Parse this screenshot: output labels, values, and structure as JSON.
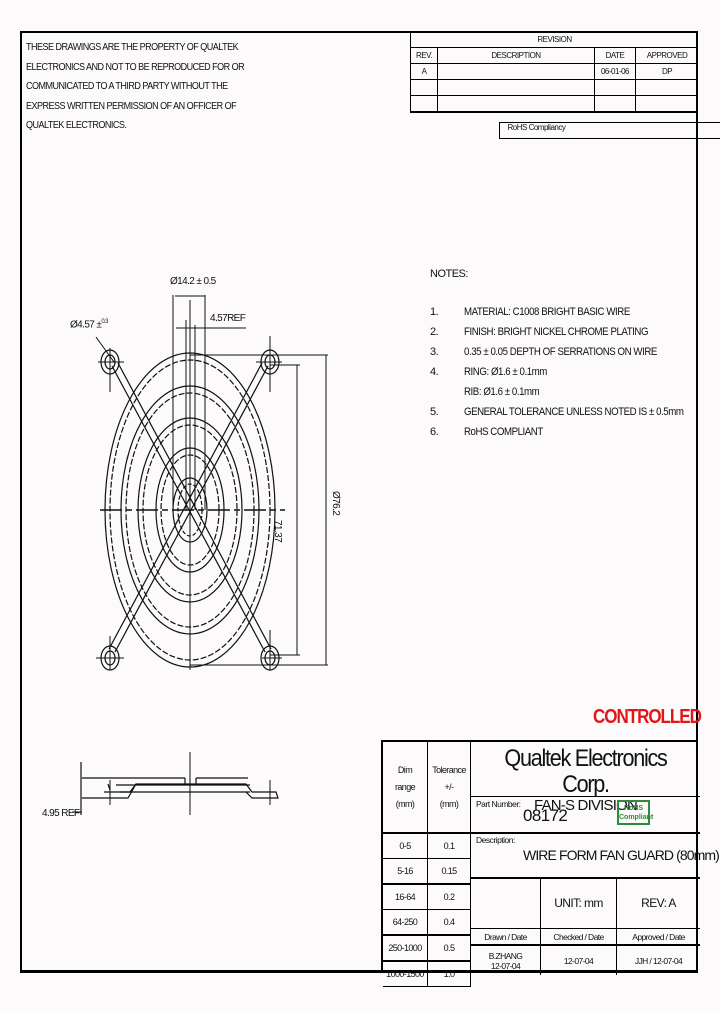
{
  "proprietary_notice": [
    "THESE DRAWINGS ARE THE PROPERTY OF QUALTEK",
    "ELECTRONICS AND NOT TO BE REPRODUCED FOR OR",
    "COMMUNICATED TO A THIRD PARTY WITHOUT THE",
    "EXPRESS WRITTEN PERMISSION OF AN OFFICER OF",
    "QUALTEK ELECTRONICS."
  ],
  "revision_table": {
    "title": "REVISION",
    "headers": [
      "REV.",
      "DESCRIPTION",
      "DATE",
      "APPROVED"
    ],
    "rows": [
      [
        "A",
        "RoHS Compliancy",
        "06-01-06",
        "DP"
      ],
      [
        "",
        "",
        "",
        ""
      ],
      [
        "",
        "",
        "",
        ""
      ]
    ]
  },
  "notes": {
    "title": "NOTES:",
    "items": [
      {
        "num": "1.",
        "text": "MATERIAL: C1008 BRIGHT BASIC WIRE"
      },
      {
        "num": "2.",
        "text": "FINISH: BRIGHT NICKEL CHROME PLATING"
      },
      {
        "num": "3.",
        "text": "0.35 ± 0.05 DEPTH OF SERRATIONS ON WIRE"
      },
      {
        "num": "4.",
        "text": "RING:     Ø1.6 ± 0.1mm"
      },
      {
        "num": "",
        "text": "RIB:       Ø1.6 ± 0.1mm"
      },
      {
        "num": "5.",
        "text": "GENERAL TOLERANCE UNLESS NOTED IS ± 0.5mm"
      },
      {
        "num": "6.",
        "text": "RoHS COMPLIANT"
      }
    ]
  },
  "drawing_dimensions": {
    "hub_diameter": "Ø14.2 ± 0.5",
    "rib_ref": "4.57REF",
    "hole_diameter": "Ø4.57 ±",
    "hole_tolerance": "0.3",
    "hole_spacing": "71.37",
    "outer_diameter": "Ø76.2",
    "height_ref": "4.95 REF"
  },
  "stamp": {
    "text": "CONTROLLED",
    "color": "#e0161b"
  },
  "title_block": {
    "tolerance_table": {
      "header_dim": [
        "Dim",
        "range",
        "(mm)"
      ],
      "header_tol": [
        "Tolerance",
        "+/-",
        "(mm)"
      ],
      "rows": [
        [
          "0-5",
          "0.1"
        ],
        [
          "5-16",
          "0.15"
        ],
        [
          "16-64",
          "0.2"
        ],
        [
          "64-250",
          "0.4"
        ],
        [
          "250-1000",
          "0.5"
        ],
        [
          "1000-1500",
          "1.0"
        ]
      ]
    },
    "company": "Qualtek Electronics Corp.",
    "division": "FAN-S DIVISION",
    "part_number_label": "Part Number:",
    "part_number": "08172",
    "rohs_badge": [
      "RoHS",
      "Compliant"
    ],
    "rohs_color": "#2e8b3a",
    "description_label": "Description:",
    "description": "WIRE FORM FAN GUARD (80mm)",
    "unit": "UNIT:  mm",
    "rev": "REV:  A",
    "drawn_label": "Drawn / Date",
    "checked_label": "Checked / Date",
    "approved_label": "Approved / Date",
    "drawn_by": "B.ZHANG",
    "drawn_date": "12-07-04",
    "checked": "12-07-04",
    "approved": "JJH / 12-07-04"
  }
}
